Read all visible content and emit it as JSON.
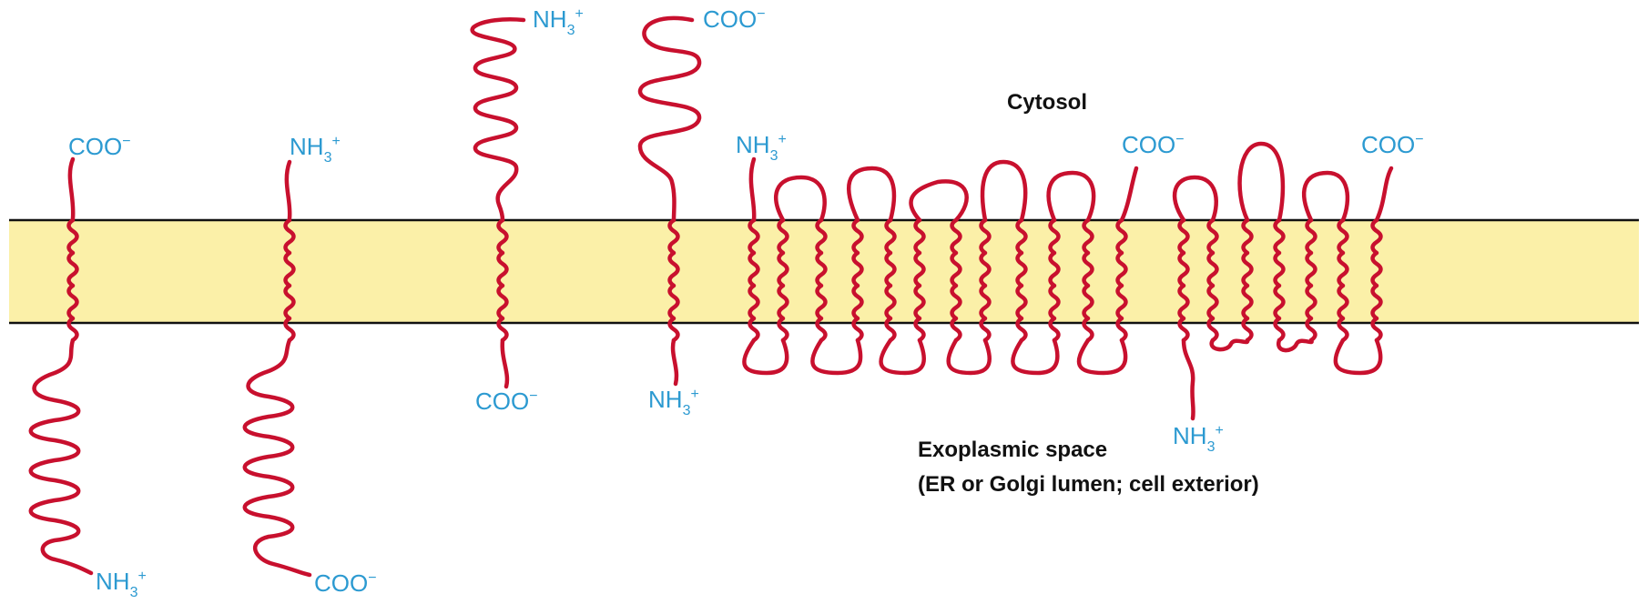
{
  "labels": {
    "cytosol": "Cytosol",
    "exoplasmic_title": "Exoplasmic space",
    "exoplasmic_detail": "(ER or Golgi lumen; cell exterior)"
  },
  "termini": {
    "nh3": "NH",
    "nh3_sub": "3",
    "nh3_sup": "+",
    "coo": "COO",
    "coo_sup": "−"
  },
  "colors": {
    "membrane": "#fbf0a8",
    "chain": "#c8102e",
    "terminus_text": "#2c9ad1",
    "membrane_line": "#111111"
  }
}
